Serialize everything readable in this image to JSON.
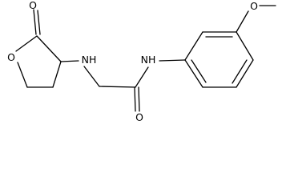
{
  "molecule": {
    "atoms": {
      "carbonyl_o_lactone": "O",
      "ring_o": "O",
      "amine_nh": "NH",
      "amide_nh": "NH",
      "amide_o": "O",
      "methoxy_o": "O"
    }
  },
  "colors": {
    "bond": "#000000",
    "label": "#000000",
    "background": "#ffffff"
  }
}
